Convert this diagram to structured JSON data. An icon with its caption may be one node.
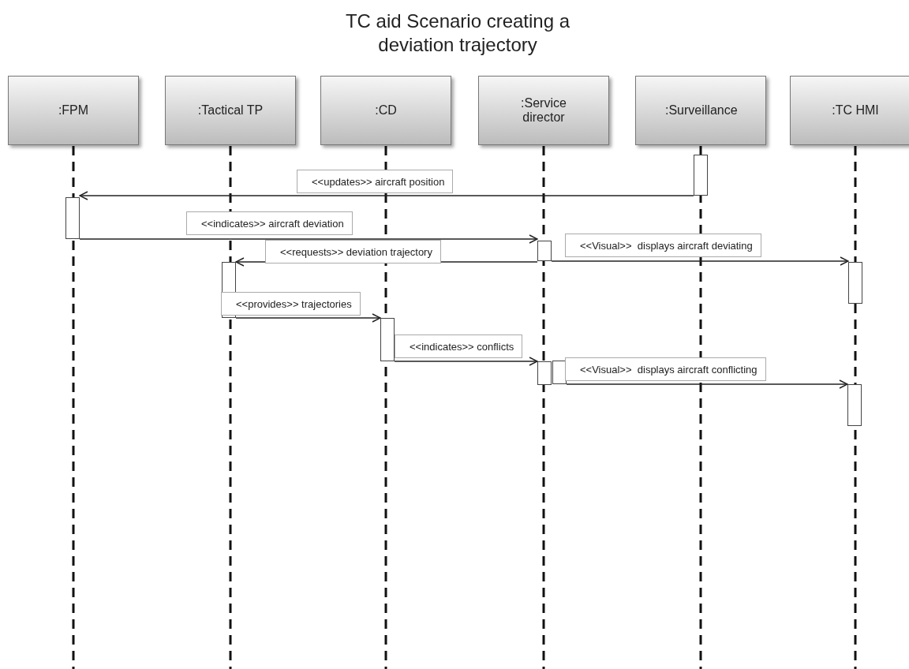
{
  "diagram": {
    "title": "TC aid Scenario creating a deviation trajectory",
    "nodes": [
      {
        "text": [
          ":FPM"
        ]
      },
      {
        "text": [
          ":Tactical TP"
        ]
      },
      {
        "text": [
          ":CD"
        ]
      },
      {
        "text": [
          ":Service director"
        ]
      },
      {
        "text": [
          ":Surveillance"
        ]
      },
      {
        "text": [
          ":TC HMI"
        ]
      },
      {
        "text": [],
        "shape": "bar"
      },
      {
        "text": [],
        "shape": "bar"
      },
      {
        "text": [],
        "shape": "bar"
      },
      {
        "text": [],
        "shape": "bar"
      },
      {
        "text": [],
        "shape": "bar"
      },
      {
        "text": [],
        "shape": "bar"
      },
      {
        "text": [],
        "shape": "bar"
      },
      {
        "text": [],
        "shape": "bar"
      },
      {
        "text": [],
        "shape": "bar"
      }
    ],
    "edges": [
      {
        "from": 6,
        "to": 7,
        "arrow": "to",
        "label": "<<updates>> aircraft position"
      },
      {
        "from": 7,
        "to": 8,
        "arrow": "to",
        "label": "<<indicates>> aircraft deviation"
      },
      {
        "from": 8,
        "to": 9,
        "arrow": "to",
        "label": "<<requests>> deviation trajectory"
      },
      {
        "from": 8,
        "to": 10,
        "arrow": "to",
        "label": "<<Visual>>  displays aircraft deviating"
      },
      {
        "from": 9,
        "to": 11,
        "arrow": "to",
        "label": "<<provides>> trajectories"
      },
      {
        "from": 11,
        "to": 12,
        "arrow": "to",
        "label": "<<indicates>> conflicts"
      },
      {
        "from": 13,
        "to": 14,
        "arrow": "to",
        "label": "<<Visual>>  displays aircraft conflicting"
      }
    ]
  }
}
